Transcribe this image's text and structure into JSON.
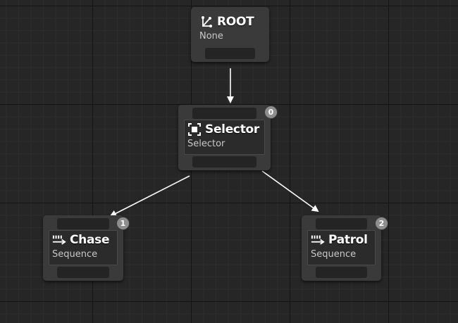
{
  "nodes": {
    "root": {
      "title": "ROOT",
      "subtitle": "None",
      "icon": "branch-icon"
    },
    "selector": {
      "title": "Selector",
      "subtitle": "Selector",
      "index": "0",
      "icon": "selector-icon"
    },
    "chase": {
      "title": "Chase",
      "subtitle": "Sequence",
      "index": "1",
      "icon": "sequence-icon"
    },
    "patrol": {
      "title": "Patrol",
      "subtitle": "Sequence",
      "index": "2",
      "icon": "sequence-icon"
    }
  },
  "colors": {
    "background": "#262626",
    "node": "#3a3a3a",
    "wire": "#ffffff",
    "badge": "#8e8e8e"
  }
}
